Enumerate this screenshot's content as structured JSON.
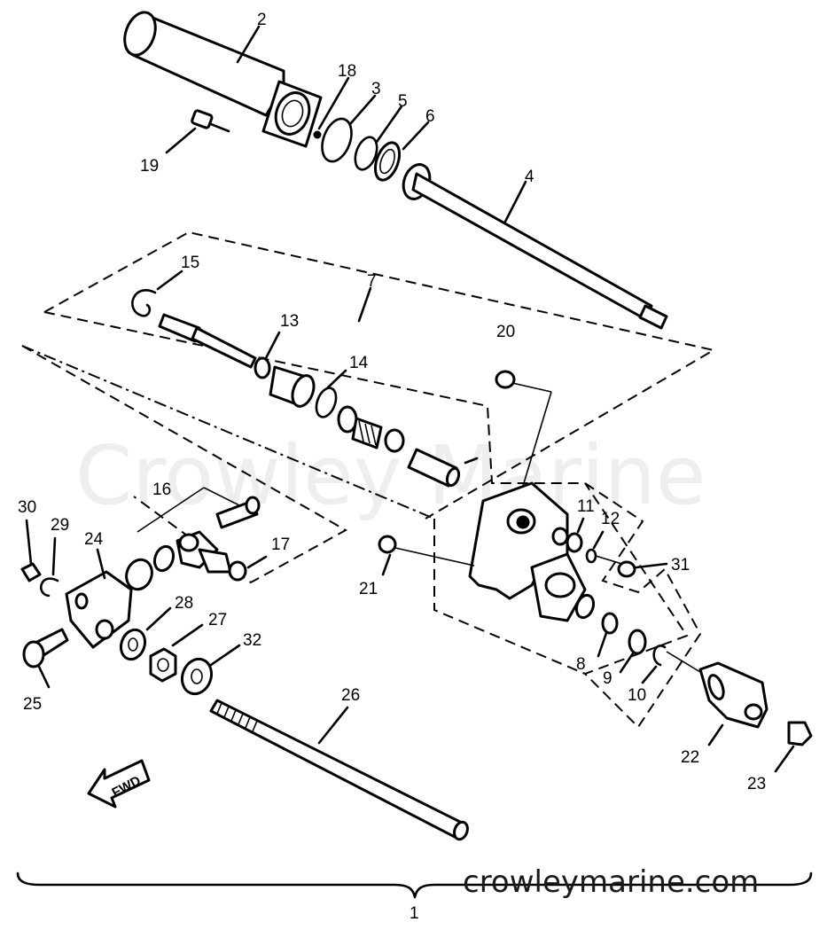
{
  "watermark": "Crowley Marine",
  "website": "crowleymarine.com",
  "direction_label": "FWD",
  "assembly_label": "1",
  "callouts": [
    {
      "id": "2",
      "text": "2"
    },
    {
      "id": "18",
      "text": "18"
    },
    {
      "id": "3",
      "text": "3"
    },
    {
      "id": "5",
      "text": "5"
    },
    {
      "id": "6",
      "text": "6"
    },
    {
      "id": "19",
      "text": "19"
    },
    {
      "id": "4",
      "text": "4"
    },
    {
      "id": "15",
      "text": "15"
    },
    {
      "id": "7",
      "text": "7"
    },
    {
      "id": "13",
      "text": "13"
    },
    {
      "id": "20",
      "text": "20"
    },
    {
      "id": "14",
      "text": "14"
    },
    {
      "id": "16",
      "text": "16"
    },
    {
      "id": "30",
      "text": "30"
    },
    {
      "id": "29",
      "text": "29"
    },
    {
      "id": "24",
      "text": "24"
    },
    {
      "id": "17",
      "text": "17"
    },
    {
      "id": "11",
      "text": "11"
    },
    {
      "id": "12",
      "text": "12"
    },
    {
      "id": "31",
      "text": "31"
    },
    {
      "id": "21",
      "text": "21"
    },
    {
      "id": "28",
      "text": "28"
    },
    {
      "id": "27",
      "text": "27"
    },
    {
      "id": "32",
      "text": "32"
    },
    {
      "id": "8",
      "text": "8"
    },
    {
      "id": "9",
      "text": "9"
    },
    {
      "id": "10",
      "text": "10"
    },
    {
      "id": "25",
      "text": "25"
    },
    {
      "id": "26",
      "text": "26"
    },
    {
      "id": "22",
      "text": "22"
    },
    {
      "id": "23",
      "text": "23"
    }
  ]
}
